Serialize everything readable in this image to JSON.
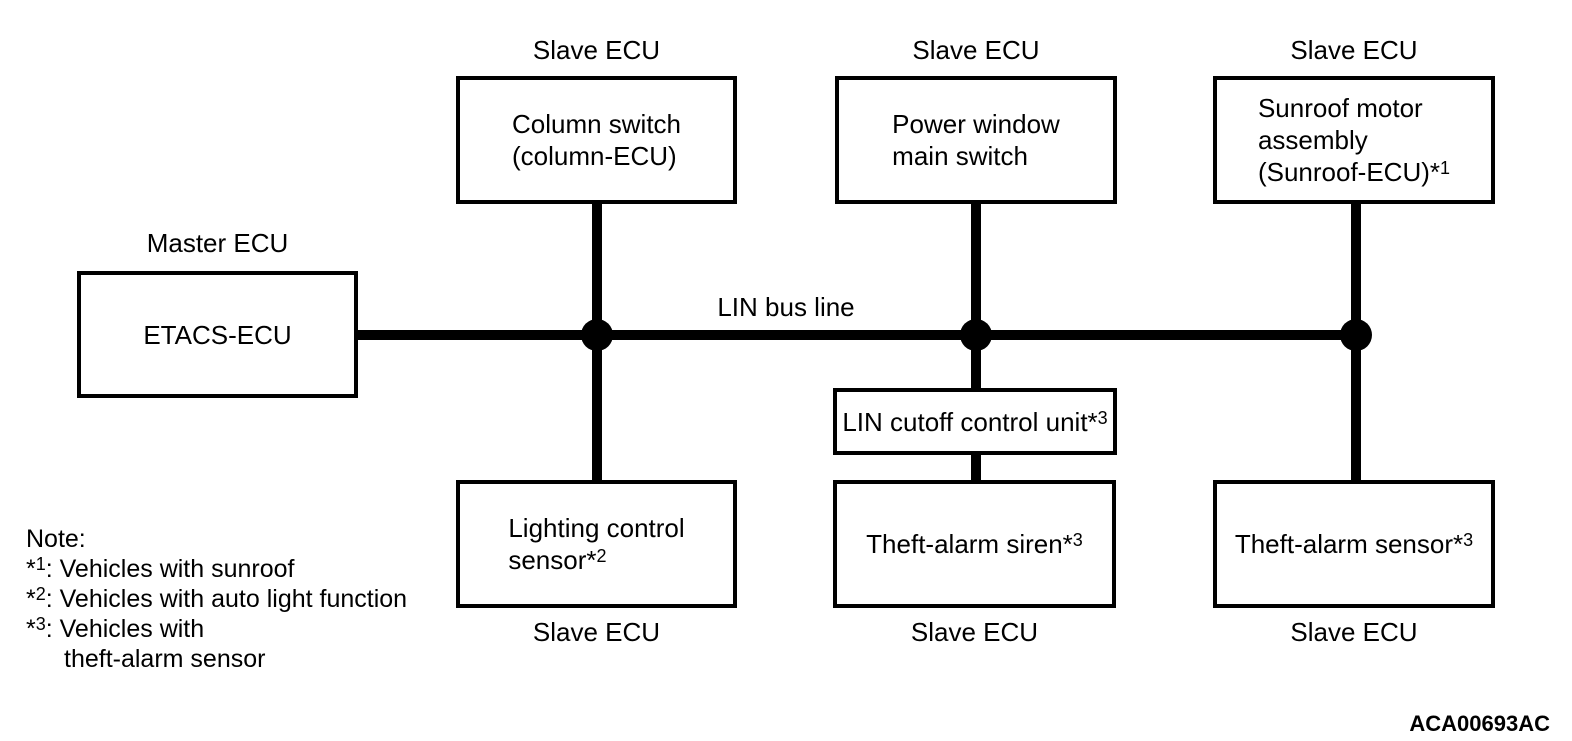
{
  "diagram": {
    "colors": {
      "line": "#000000",
      "background": "#ffffff"
    },
    "bus_label": "LIN bus line",
    "master_role_label": "Master ECU",
    "slave_role_label": "Slave ECU",
    "figure_code": "ACA00693AC",
    "nodes": {
      "master": {
        "label": "ETACS-ECU"
      },
      "column_switch": {
        "line1": "Column switch",
        "line2": "(column-ECU)"
      },
      "power_window": {
        "line1": "Power window",
        "line2": "main switch"
      },
      "sunroof": {
        "line1": "Sunroof motor",
        "line2": "assembly",
        "line3": "(Sunroof-ECU)*",
        "sup": "1"
      },
      "lin_cutoff": {
        "label": "LIN cutoff control unit*",
        "sup": "3"
      },
      "lighting": {
        "line1": "Lighting control",
        "line2": "sensor*",
        "sup": "2"
      },
      "siren": {
        "label": "Theft-alarm siren*",
        "sup": "3"
      },
      "sensor": {
        "label": "Theft-alarm sensor*",
        "sup": "3"
      }
    },
    "note": {
      "title": "Note:",
      "items": [
        {
          "marker": "*",
          "sup": "1",
          "text": ": Vehicles with sunroof"
        },
        {
          "marker": "*",
          "sup": "2",
          "text": ": Vehicles with auto light function"
        },
        {
          "marker": "*",
          "sup": "3",
          "text": ": Vehicles with",
          "text2": "theft-alarm sensor"
        }
      ]
    }
  }
}
